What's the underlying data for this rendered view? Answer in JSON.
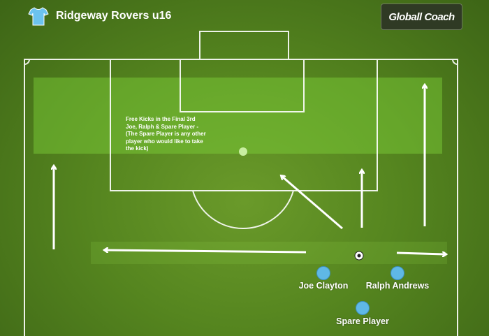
{
  "header": {
    "team_name": "Ridgeway Rovers u16",
    "shirt_icon": "shirt-icon",
    "logo_text": "Globall Coach"
  },
  "drill": {
    "note_lines": [
      "Free Kicks in the Final 3rd",
      "Joe, Ralph & Spare Player -",
      "(The Spare Player is any other",
      "player who would like to take",
      "the kick)"
    ]
  },
  "players": [
    {
      "name": "Joe Clayton"
    },
    {
      "name": "Ralph Andrews"
    },
    {
      "name": "Spare Player"
    }
  ],
  "colors": {
    "player": "#5fb8e6",
    "highlight": "#7ed23a",
    "lines": "#ffffff"
  }
}
